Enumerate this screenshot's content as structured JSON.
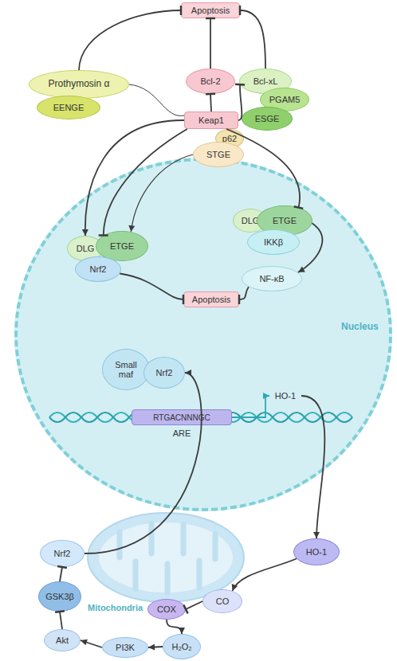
{
  "diagram": {
    "nodes": [
      {
        "text": [
          "Apoptosis"
        ]
      },
      {
        "text": [
          "Prothymosin α"
        ]
      },
      {
        "text": [
          "EENGE"
        ]
      },
      {
        "text": [
          "Bcl-2"
        ]
      },
      {
        "text": [
          "Bcl-xL"
        ]
      },
      {
        "text": [
          "PGAM5"
        ]
      },
      {
        "text": [
          "ESGE"
        ]
      },
      {
        "text": [
          "Keap1"
        ]
      },
      {
        "text": [
          "p62"
        ]
      },
      {
        "text": [
          "STGE"
        ]
      },
      {
        "text": [
          "Nucleus"
        ]
      },
      {
        "text": [
          "DLG"
        ],
        "in": 10
      },
      {
        "text": [
          "ETGE"
        ],
        "in": 10
      },
      {
        "text": [
          "Nrf2"
        ],
        "in": 10
      },
      {
        "text": [
          "DLG"
        ],
        "in": 10
      },
      {
        "text": [
          "ETGE"
        ],
        "in": 10
      },
      {
        "text": [
          "IKKβ"
        ],
        "in": 10
      },
      {
        "text": [
          "NF-κB"
        ],
        "in": 10
      },
      {
        "text": [
          "Apoptosis"
        ],
        "in": 10
      },
      {
        "text": [
          "Small maf"
        ],
        "in": 10
      },
      {
        "text": [
          "Nrf2"
        ],
        "in": 10
      },
      {
        "text": [
          "RTGACNNNGC",
          "ARE"
        ],
        "in": 10
      },
      {
        "text": [
          "HO-1"
        ],
        "in": 10
      },
      {
        "text": [
          "HO-1"
        ]
      },
      {
        "text": [
          "CO"
        ]
      },
      {
        "text": [
          "COX"
        ]
      },
      {
        "text": [
          "H₂O₂"
        ]
      },
      {
        "text": [
          "PI3K"
        ]
      },
      {
        "text": [
          "Akt"
        ]
      },
      {
        "text": [
          "GSK3β"
        ]
      },
      {
        "text": [
          "Nrf2"
        ]
      }
    ],
    "edges": [
      {
        "from": 1,
        "to": 0,
        "arrow": "to"
      },
      {
        "from": 4,
        "to": 0,
        "arrow": "to"
      },
      {
        "from": 3,
        "to": 0,
        "arrow": "to"
      },
      {
        "from": 7,
        "to": 3,
        "arrow": "to"
      },
      {
        "from": 7,
        "to": 4,
        "arrow": "to"
      },
      {
        "from": 7,
        "to": 11,
        "arrow": "to"
      },
      {
        "from": 7,
        "to": 12,
        "arrow": "to"
      },
      {
        "from": 9,
        "to": 12,
        "arrow": "to"
      },
      {
        "from": 1,
        "to": 7,
        "arrow": "none"
      },
      {
        "from": 7,
        "to": 15,
        "arrow": "to"
      },
      {
        "from": 15,
        "to": 17,
        "arrow": "to"
      },
      {
        "from": 13,
        "to": 18,
        "arrow": "to"
      },
      {
        "from": 17,
        "to": 18,
        "arrow": "to"
      },
      {
        "from": 21,
        "to": 22,
        "arrow": "to"
      },
      {
        "from": 22,
        "to": 23,
        "arrow": "to"
      },
      {
        "from": 23,
        "to": 24,
        "arrow": "to"
      },
      {
        "from": 24,
        "to": 25,
        "arrow": "to"
      },
      {
        "from": 25,
        "to": 26,
        "arrow": "to"
      },
      {
        "from": 26,
        "to": 27,
        "arrow": "to"
      },
      {
        "from": 27,
        "to": 28,
        "arrow": "to"
      },
      {
        "from": 28,
        "to": 29,
        "arrow": "to"
      },
      {
        "from": 29,
        "to": 30,
        "arrow": "to"
      },
      {
        "from": 30,
        "to": 20,
        "arrow": "to"
      }
    ],
    "labels": [
      "Mitochondria"
    ]
  }
}
